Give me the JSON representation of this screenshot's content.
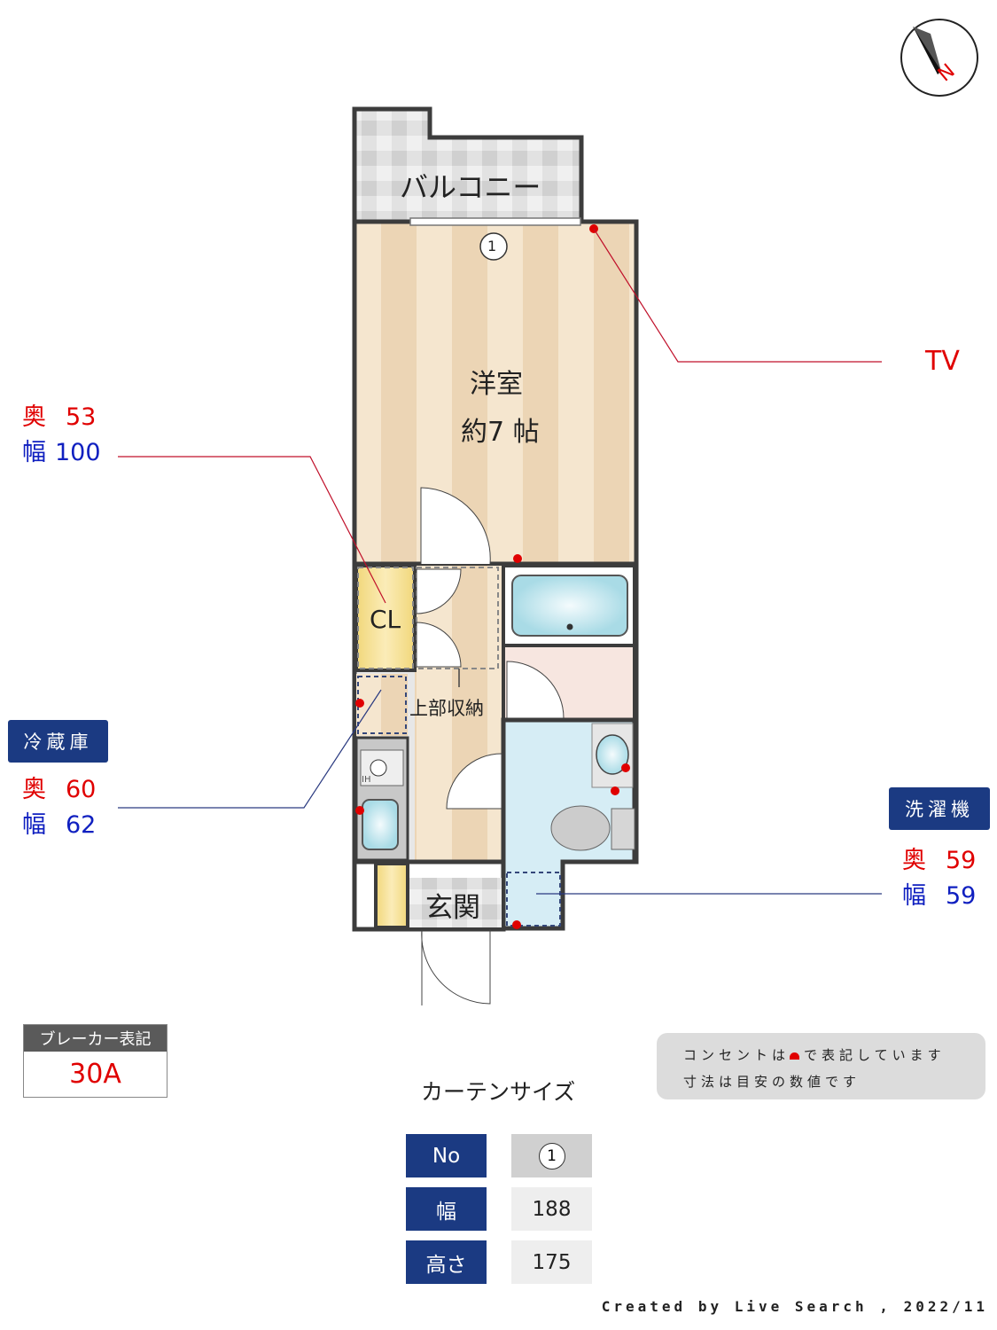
{
  "compass": {
    "label": "N",
    "icon": "compass-icon"
  },
  "rooms": {
    "balcony": "バルコニー",
    "western_room": "洋室",
    "western_room_size": "約7 帖",
    "closet": "CL",
    "upper_storage": "上部収納",
    "entrance": "玄関",
    "window_no": "1",
    "ih": "IH"
  },
  "annotations": {
    "tv": "TV",
    "closet": {
      "depth_label": "奥",
      "depth": "53",
      "width_label": "幅",
      "width": "100"
    },
    "fridge": {
      "title": "冷蔵庫",
      "depth_label": "奥",
      "depth": "60",
      "width_label": "幅",
      "width": "62"
    },
    "washer": {
      "title": "洗濯機",
      "depth_label": "奥",
      "depth": "59",
      "width_label": "幅",
      "width": "59"
    }
  },
  "breaker": {
    "title": "ブレーカー表記",
    "value": "30A"
  },
  "note": {
    "line1_a": "コンセントは",
    "line1_b": "で表記しています",
    "line2": "寸法は目安の数値です"
  },
  "curtain": {
    "title": "カーテンサイズ",
    "rows": [
      {
        "label": "No",
        "value": "1"
      },
      {
        "label": "幅",
        "value": "188"
      },
      {
        "label": "高さ",
        "value": "175"
      }
    ]
  },
  "footer": "Created by Live Search , 2022/11",
  "colors": {
    "navy": "#1b3a82",
    "outlet": "#e00000",
    "wall": "#3c3c3c"
  }
}
